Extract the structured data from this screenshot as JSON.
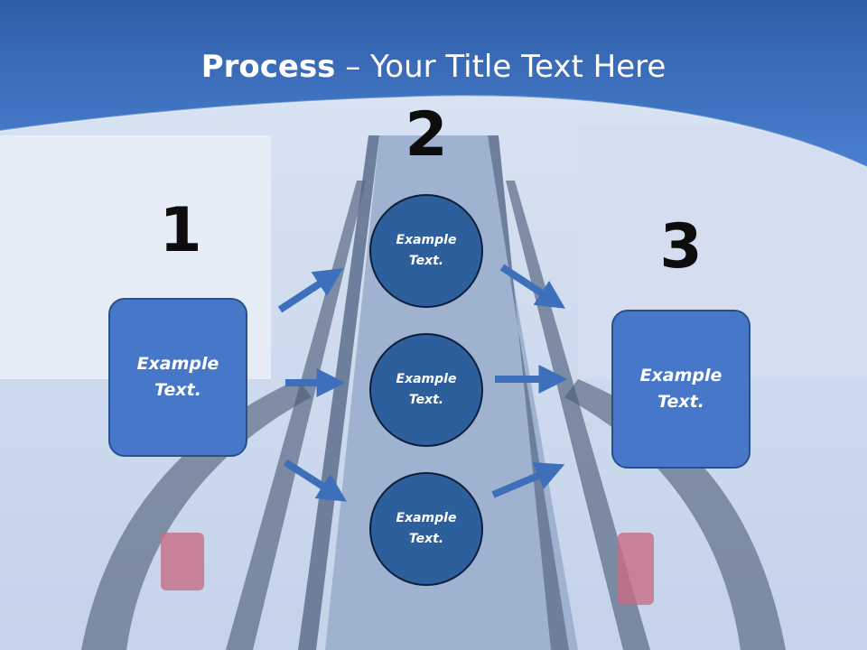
{
  "title": {
    "bold": "Process",
    "rest": " – Your Title Text Here"
  },
  "steps": {
    "n1": "1",
    "n2": "2",
    "n3": "3"
  },
  "box_left": {
    "line1": "Example",
    "line2": "Text."
  },
  "box_right": {
    "line1": "Example",
    "line2": "Text."
  },
  "circles": [
    {
      "line1": "Example",
      "line2": "Text."
    },
    {
      "line1": "Example",
      "line2": "Text."
    },
    {
      "line1": "Example",
      "line2": "Text."
    }
  ],
  "colors": {
    "header": "#3a6fc4",
    "box": "#4677c8",
    "circle": "#2d5f9c",
    "arrow": "#3e6fbb"
  }
}
